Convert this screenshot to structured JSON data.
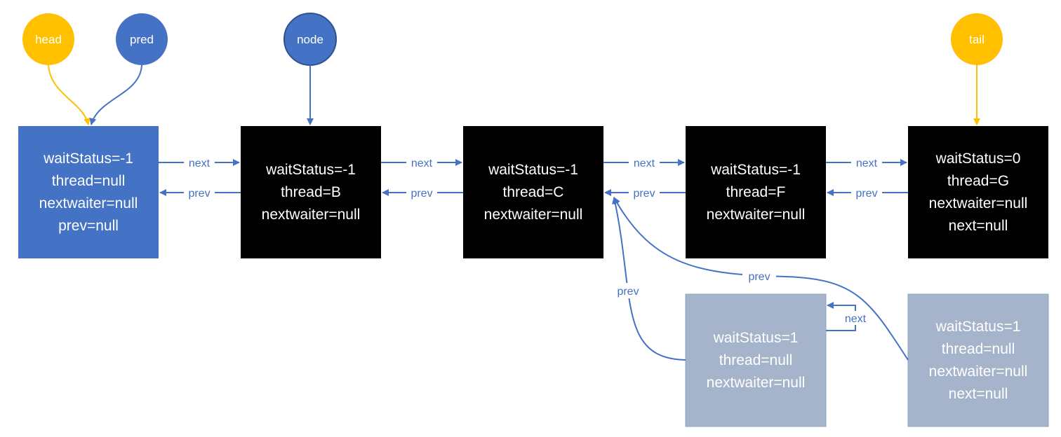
{
  "colors": {
    "yellow": "#ffc000",
    "blue": "#4472c4",
    "black": "#000000",
    "cancelled": "#a5b4cb",
    "text": "#ffffff",
    "arrow": "#4472c4"
  },
  "pointers": {
    "head": "head",
    "pred": "pred",
    "node": "node",
    "tail": "tail"
  },
  "nodes": {
    "n1": [
      "waitStatus=-1",
      "thread=null",
      "nextwaiter=null",
      "prev=null"
    ],
    "n2": [
      "waitStatus=-1",
      "thread=B",
      "nextwaiter=null"
    ],
    "n3": [
      "waitStatus=-1",
      "thread=C",
      "nextwaiter=null"
    ],
    "n4": [
      "waitStatus=-1",
      "thread=F",
      "nextwaiter=null"
    ],
    "n5": [
      "waitStatus=0",
      "thread=G",
      "nextwaiter=null",
      "next=null"
    ],
    "c1": [
      "waitStatus=1",
      "thread=null",
      "nextwaiter=null"
    ],
    "c2": [
      "waitStatus=1",
      "thread=null",
      "nextwaiter=null",
      "next=null"
    ]
  },
  "edges": {
    "next": "next",
    "prev": "prev"
  }
}
